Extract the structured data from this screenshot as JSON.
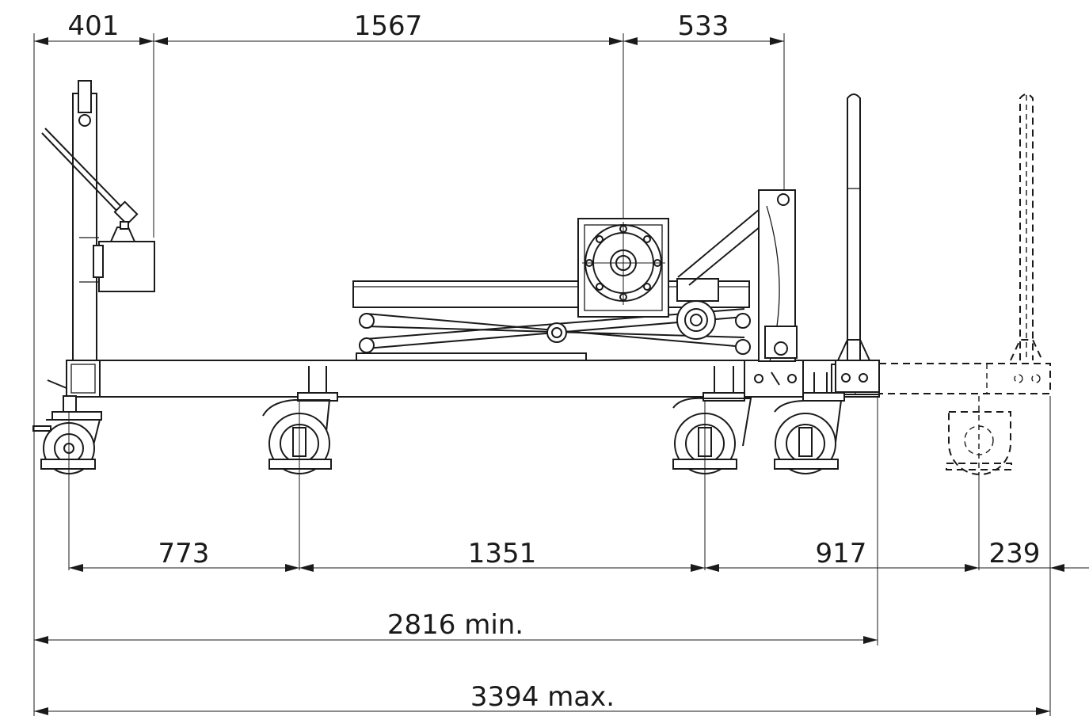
{
  "drawing": {
    "top_dimensions": [
      "401",
      "1567",
      "533"
    ],
    "bottom_dimensions": [
      "773",
      "1351",
      "917",
      "239"
    ],
    "overall_min": "2816 min.",
    "overall_max": "3394 max."
  }
}
